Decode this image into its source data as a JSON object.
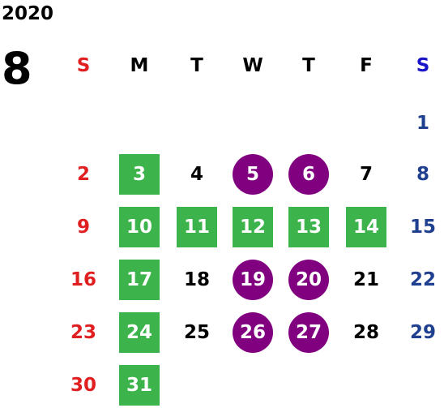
{
  "calendar": {
    "year": "2020",
    "month": "8",
    "weekdays": [
      "S",
      "M",
      "T",
      "W",
      "T",
      "F",
      "S"
    ],
    "weekday_colors": [
      "#e02020",
      "#000000",
      "#000000",
      "#000000",
      "#000000",
      "#000000",
      "#1a14c8"
    ],
    "colors": {
      "sunday": "#e02020",
      "saturday": "#1f3f8f",
      "weekday": "#000000",
      "green_highlight": "#3cb44b",
      "purple_highlight": "#800080"
    },
    "weeks": [
      [
        null,
        null,
        null,
        null,
        null,
        null,
        {
          "d": "1",
          "s": "none"
        }
      ],
      [
        {
          "d": "2",
          "s": "none"
        },
        {
          "d": "3",
          "s": "green"
        },
        {
          "d": "4",
          "s": "none"
        },
        {
          "d": "5",
          "s": "purple"
        },
        {
          "d": "6",
          "s": "purple"
        },
        {
          "d": "7",
          "s": "none"
        },
        {
          "d": "8",
          "s": "none"
        }
      ],
      [
        {
          "d": "9",
          "s": "none"
        },
        {
          "d": "10",
          "s": "green"
        },
        {
          "d": "11",
          "s": "green"
        },
        {
          "d": "12",
          "s": "green"
        },
        {
          "d": "13",
          "s": "green"
        },
        {
          "d": "14",
          "s": "green"
        },
        {
          "d": "15",
          "s": "none"
        }
      ],
      [
        {
          "d": "16",
          "s": "none"
        },
        {
          "d": "17",
          "s": "green"
        },
        {
          "d": "18",
          "s": "none"
        },
        {
          "d": "19",
          "s": "purple"
        },
        {
          "d": "20",
          "s": "purple"
        },
        {
          "d": "21",
          "s": "none"
        },
        {
          "d": "22",
          "s": "none"
        }
      ],
      [
        {
          "d": "23",
          "s": "none"
        },
        {
          "d": "24",
          "s": "green"
        },
        {
          "d": "25",
          "s": "none"
        },
        {
          "d": "26",
          "s": "purple"
        },
        {
          "d": "27",
          "s": "purple"
        },
        {
          "d": "28",
          "s": "none"
        },
        {
          "d": "29",
          "s": "none"
        }
      ],
      [
        {
          "d": "30",
          "s": "none"
        },
        {
          "d": "31",
          "s": "green"
        },
        null,
        null,
        null,
        null,
        null
      ]
    ]
  }
}
